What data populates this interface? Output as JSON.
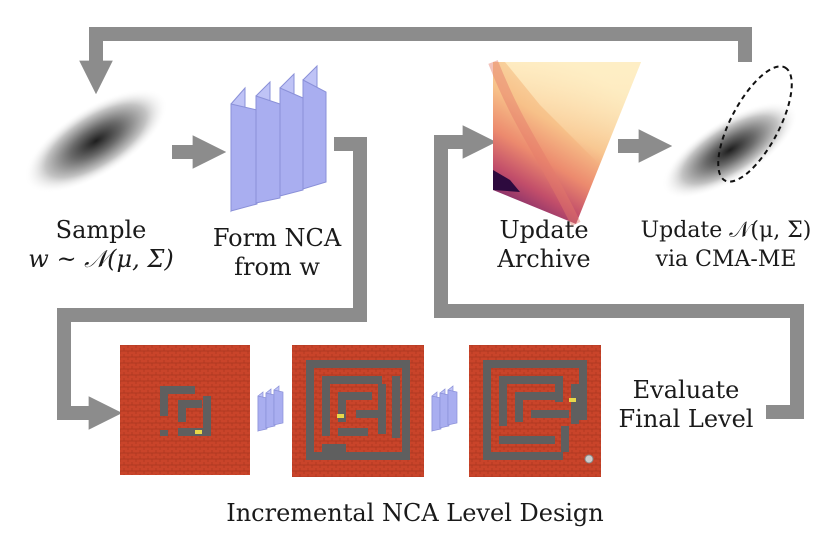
{
  "labels": {
    "sample": {
      "line1": "Sample",
      "line2": "w ~ 𝒩(μ, Σ)"
    },
    "form_nca": {
      "line1": "Form NCA",
      "line2": "from w"
    },
    "update_archive": {
      "line1": "Update",
      "line2": "Archive"
    },
    "update_dist": {
      "line1": "Update 𝒩(μ, Σ)",
      "line2": "via CMA-ME"
    },
    "evaluate": {
      "line1": "Evaluate",
      "line2": "Final Level"
    },
    "caption": "Incremental NCA Level Design"
  },
  "colors": {
    "arrow": "#8c8c8c",
    "nca_block": "#a9aef0",
    "level_bg": "#c9442a",
    "wall": "#5f5f5f",
    "key": "#e8d84a",
    "archive_light": "#fbe3b4",
    "archive_dark": "#3b0f4f"
  },
  "icons": [
    "gaussian-blob-icon",
    "nca-layers-icon",
    "archive-heatmap-icon",
    "ellipse-outline-icon",
    "level-grid-icon",
    "key-icon"
  ]
}
